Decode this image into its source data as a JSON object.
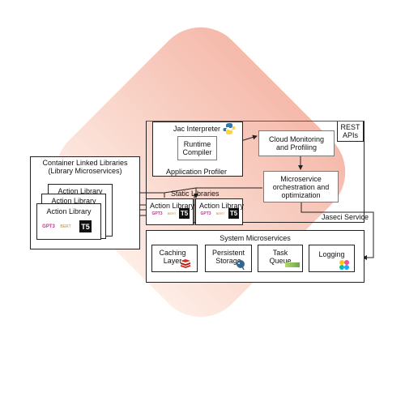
{
  "rest_apis": [
    "REST",
    "APIs"
  ],
  "jaseci_service": "Jaseci Service",
  "jac_interpreter": "Jac Interpreter",
  "runtime_compiler": [
    "Runtime",
    "Compiler"
  ],
  "application_profiler": "Application Profiler",
  "cloud_monitoring": [
    "Cloud Monitoring",
    "and Profiling"
  ],
  "microservice_orchestration": [
    "Microservice",
    "orchestration and",
    "optimization"
  ],
  "static_libraries": "Static Libraries",
  "container_linked": [
    "Container Linked Libraries",
    "(Library Microservices)"
  ],
  "action_library": "Action Library",
  "logos": {
    "gpt3": "GPT3",
    "bert": "BERT",
    "t5": "T5"
  },
  "system_microservices": {
    "title": "System Microservices",
    "caching": [
      "Caching",
      "Layer"
    ],
    "persistent": [
      "Persistent",
      "Storage"
    ],
    "task_queue": [
      "Task",
      "Queue"
    ],
    "logging": "Logging"
  },
  "colors": {
    "background_gradient_top": "#f1a28e",
    "background_gradient_bottom": "#fde7dd",
    "python_blue": "#3776ab",
    "python_yellow": "#ffd43b",
    "redis_red": "#d82c20",
    "gpt3_magenta": "#c0358e",
    "elastic_teal": "#00bfb3"
  },
  "icons": [
    "python-logo-icon",
    "gpt3-logo-icon",
    "bert-logo-icon",
    "t5-logo-icon",
    "redis-icon",
    "postgres-icon",
    "task-queue-icon",
    "elastic-icon"
  ]
}
